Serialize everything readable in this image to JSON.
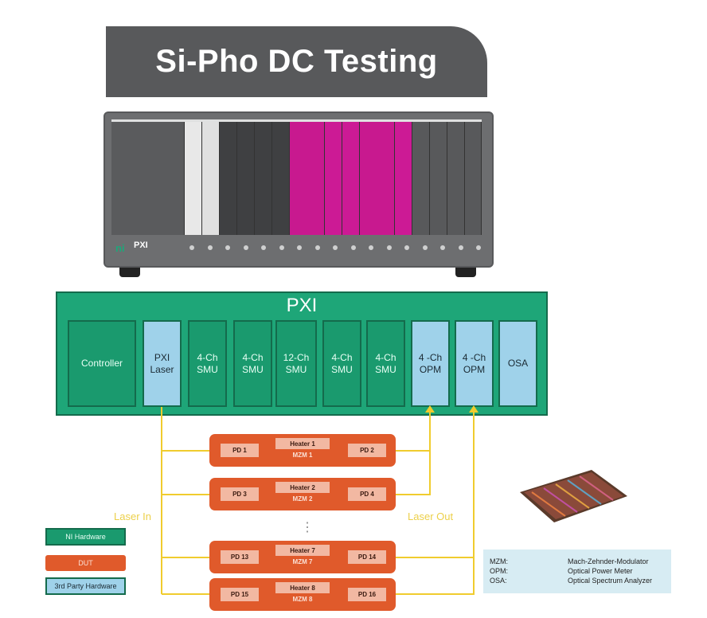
{
  "title": "Si-Pho DC Testing",
  "chassis": {
    "brand_label": "PXI"
  },
  "pxi": {
    "title": "PXI",
    "modules": [
      {
        "label": "Controller",
        "kind": "ni"
      },
      {
        "label": "PXI\nLaser",
        "kind": "third"
      },
      {
        "label": "4-Ch\nSMU",
        "kind": "ni"
      },
      {
        "label": "4-Ch\nSMU",
        "kind": "ni"
      },
      {
        "label": "12-Ch\nSMU",
        "kind": "ni"
      },
      {
        "label": "4-Ch\nSMU",
        "kind": "ni"
      },
      {
        "label": "4-Ch\nSMU",
        "kind": "ni"
      },
      {
        "label": "4 -Ch\nOPM",
        "kind": "third"
      },
      {
        "label": "4 -Ch\nOPM",
        "kind": "third"
      },
      {
        "label": "OSA",
        "kind": "third"
      }
    ]
  },
  "duts": [
    {
      "left": "PD 1",
      "heater": "Heater 1",
      "mzm": "MZM 1",
      "right": "PD 2"
    },
    {
      "left": "PD 3",
      "heater": "Heater 2",
      "mzm": "MZM 2",
      "right": "PD 4"
    },
    {
      "left": "PD 13",
      "heater": "Heater 7",
      "mzm": "MZM 7",
      "right": "PD 14"
    },
    {
      "left": "PD 15",
      "heater": "Heater 8",
      "mzm": "MZM 8",
      "right": "PD 16"
    }
  ],
  "ellipsis": "⋮",
  "labels": {
    "laser_in": "Laser In",
    "laser_out": "Laser Out"
  },
  "legend": [
    {
      "label": "NI Hardware",
      "color": "#1a9a6e"
    },
    {
      "label": "DUT",
      "color": "#e05a2b"
    },
    {
      "label": "3rd Party Hardware",
      "color": "#9fd2ea"
    }
  ],
  "glossary": [
    {
      "term": "MZM:",
      "definition": "Mach-Zehnder-Modulator"
    },
    {
      "term": "OPM:",
      "definition": "Optical Power Meter"
    },
    {
      "term": "OSA:",
      "definition": "Optical Spectrum Analyzer"
    }
  ],
  "colors": {
    "ni_green": "#1ea678",
    "dut_orange": "#e05a2b",
    "third_party_blue": "#9fd2ea",
    "laser_line": "#f0cc2e",
    "banner": "#58595b"
  }
}
